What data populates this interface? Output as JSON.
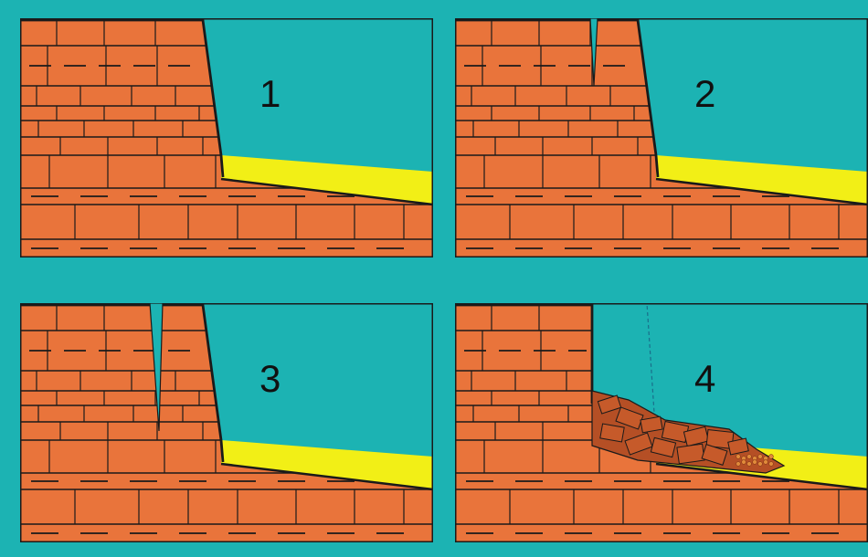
{
  "panels": [
    {
      "label": "1",
      "stage": "intact"
    },
    {
      "label": "2",
      "stage": "crack-top"
    },
    {
      "label": "3",
      "stage": "crack-deep"
    },
    {
      "label": "4",
      "stage": "collapsed"
    }
  ],
  "colors": {
    "background": "#1cb3b3",
    "brick": "#e9743b",
    "mortar": "#1a1a1a",
    "sand": "#f2ef16",
    "rubble": "#b54f25"
  }
}
